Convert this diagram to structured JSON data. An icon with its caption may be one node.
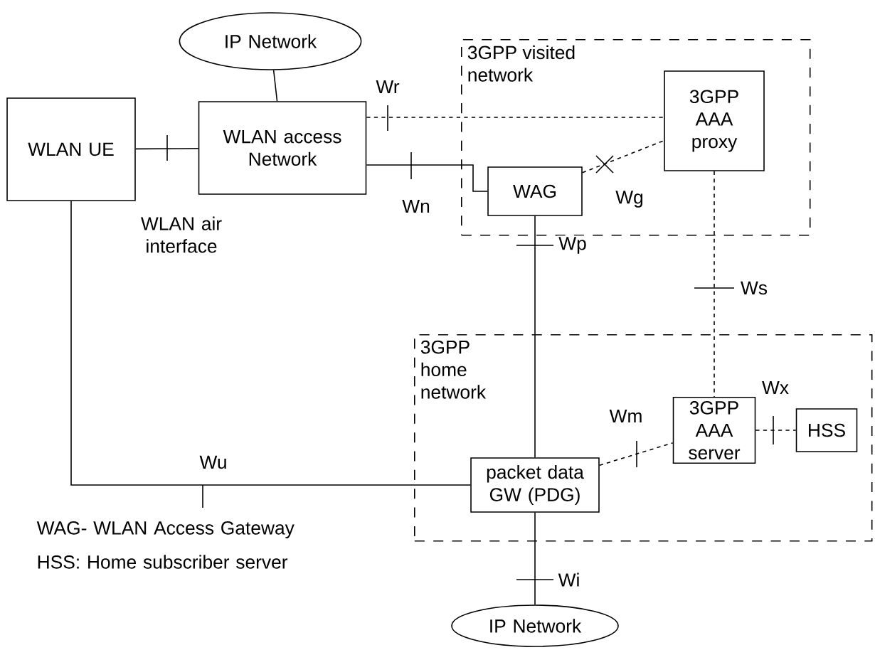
{
  "diagram": {
    "nodes": [
      {
        "text": [
          "IP Network"
        ]
      },
      {
        "text": [
          "WLAN UE"
        ]
      },
      {
        "text": [
          "WLAN access Network"
        ]
      },
      {
        "text": [
          "3GPP visited network"
        ]
      },
      {
        "text": [
          "WAG"
        ],
        "in": 3
      },
      {
        "text": [
          "3GPP AAA proxy"
        ],
        "in": 3
      },
      {
        "text": [
          "3GPP home network"
        ]
      },
      {
        "text": [
          "packet data GW (PDG)"
        ],
        "in": 6
      },
      {
        "text": [
          "3GPP AAA server"
        ],
        "in": 6
      },
      {
        "text": [
          "HSS"
        ],
        "in": 6
      },
      {
        "text": [
          "IP Network"
        ]
      }
    ],
    "edges": [
      {
        "from": 0,
        "to": 2,
        "arrow": "none"
      },
      {
        "from": 1,
        "to": 2,
        "arrow": "none"
      },
      {
        "from": 2,
        "to": 5,
        "arrow": "none",
        "style": "dashed",
        "label": "Wr"
      },
      {
        "from": 2,
        "to": 4,
        "arrow": "none",
        "label": "Wn"
      },
      {
        "from": 4,
        "to": 5,
        "arrow": "none",
        "style": "dashed",
        "label": "Wg"
      },
      {
        "from": 4,
        "to": 7,
        "arrow": "none",
        "label": "Wp"
      },
      {
        "from": 5,
        "to": 8,
        "arrow": "none",
        "style": "dashed",
        "label": "Ws"
      },
      {
        "from": 7,
        "to": 8,
        "arrow": "none",
        "style": "dashed",
        "label": "Wm"
      },
      {
        "from": 8,
        "to": 9,
        "arrow": "none",
        "style": "dashed",
        "label": "Wx"
      },
      {
        "from": 1,
        "to": 7,
        "arrow": "none",
        "label": "Wu"
      },
      {
        "from": 7,
        "to": 10,
        "arrow": "none",
        "label": "Wi"
      }
    ],
    "labels": [
      "WLAN air interface",
      "WAG- WLAN Access Gateway",
      "HSS: Home subscriber server"
    ]
  }
}
